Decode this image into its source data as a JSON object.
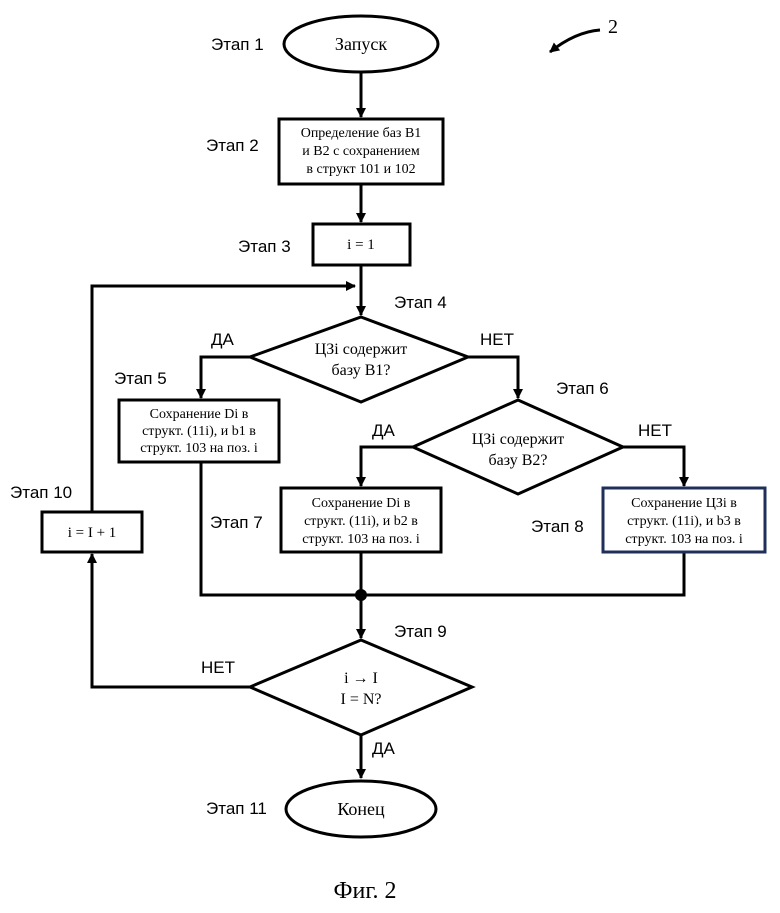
{
  "figure_ref": "2",
  "caption": "Фиг. 2",
  "steps": {
    "s1": "Этап 1",
    "s2": "Этап 2",
    "s3": "Этап 3",
    "s4": "Этап 4",
    "s5": "Этап 5",
    "s6": "Этап 6",
    "s7": "Этап 7",
    "s8": "Этап 8",
    "s9": "Этап 9",
    "s10": "Этап 10",
    "s11": "Этап 11"
  },
  "nodes": {
    "start": "Запуск",
    "define": [
      "Определение баз B1",
      "и B2 с сохранением",
      "в структ 101 и 102"
    ],
    "init": "i = 1",
    "check_b1": [
      "ЦЗi содержит",
      "базу B1?"
    ],
    "save5": [
      "Сохранение Di в",
      "структ. (11i), и b1 в",
      "структ. 103 на поз. i"
    ],
    "check_b2": [
      "ЦЗi содержит",
      "базу B2?"
    ],
    "save7": [
      "Сохранение Di в",
      "структ. (11i), и b2 в",
      "структ. 103 на поз. i"
    ],
    "save8": [
      "Сохранение ЦЗi в",
      "структ. (11i), и b3 в",
      "структ. 103 на поз. i"
    ],
    "check_end": [
      "i → I",
      "I = N?"
    ],
    "increment": "i = I + 1",
    "end": "Конец"
  },
  "branches": {
    "yes": "ДА",
    "no": "НЕТ"
  }
}
